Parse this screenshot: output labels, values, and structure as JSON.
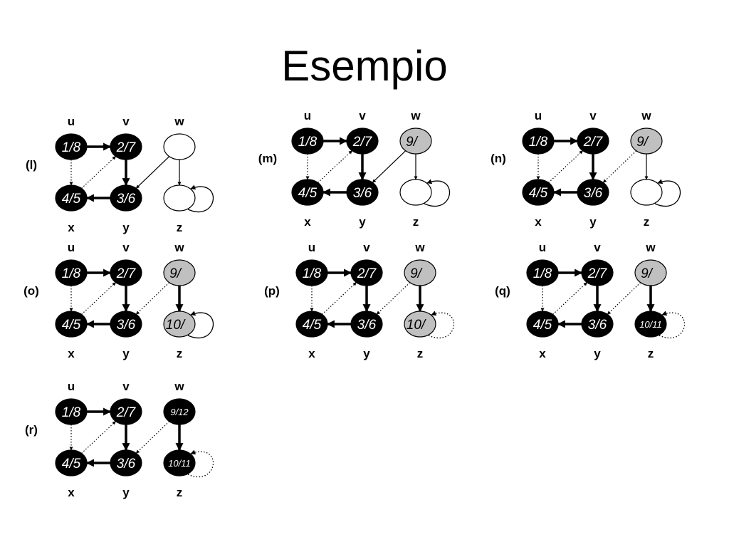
{
  "title": "Esempio",
  "colors": {
    "black": "#000000",
    "gray": "#c0c0c0",
    "white": "#ffffff"
  },
  "vertex_names": {
    "u": "u",
    "v": "v",
    "w": "w",
    "x": "x",
    "y": "y",
    "z": "z"
  },
  "panels": [
    {
      "label": "(l)",
      "nodes": {
        "u": {
          "text": "1/8",
          "fill": "black"
        },
        "v": {
          "text": "2/7",
          "fill": "black"
        },
        "w": {
          "text": "",
          "fill": "white"
        },
        "x": {
          "text": "4/5",
          "fill": "black"
        },
        "y": {
          "text": "3/6",
          "fill": "black"
        },
        "z": {
          "text": "",
          "fill": "white"
        }
      },
      "edges": [
        {
          "from": "u",
          "to": "v",
          "style": "tree"
        },
        {
          "from": "u",
          "to": "x",
          "style": "dotted"
        },
        {
          "from": "x",
          "to": "v",
          "style": "dotted"
        },
        {
          "from": "v",
          "to": "y",
          "style": "tree"
        },
        {
          "from": "y",
          "to": "x",
          "style": "tree"
        },
        {
          "from": "w",
          "to": "y",
          "style": "normal"
        },
        {
          "from": "w",
          "to": "z",
          "style": "normal"
        },
        {
          "from": "z",
          "to": "z",
          "style": "normal"
        }
      ]
    },
    {
      "label": "(m)",
      "nodes": {
        "u": {
          "text": "1/8",
          "fill": "black"
        },
        "v": {
          "text": "2/7",
          "fill": "black"
        },
        "w": {
          "text": "9/",
          "fill": "gray"
        },
        "x": {
          "text": "4/5",
          "fill": "black"
        },
        "y": {
          "text": "3/6",
          "fill": "black"
        },
        "z": {
          "text": "",
          "fill": "white"
        }
      },
      "edges": [
        {
          "from": "u",
          "to": "v",
          "style": "tree"
        },
        {
          "from": "u",
          "to": "x",
          "style": "dotted"
        },
        {
          "from": "x",
          "to": "v",
          "style": "dotted"
        },
        {
          "from": "v",
          "to": "y",
          "style": "tree"
        },
        {
          "from": "y",
          "to": "x",
          "style": "tree"
        },
        {
          "from": "w",
          "to": "y",
          "style": "normal"
        },
        {
          "from": "w",
          "to": "z",
          "style": "normal"
        },
        {
          "from": "z",
          "to": "z",
          "style": "normal"
        }
      ]
    },
    {
      "label": "(n)",
      "nodes": {
        "u": {
          "text": "1/8",
          "fill": "black"
        },
        "v": {
          "text": "2/7",
          "fill": "black"
        },
        "w": {
          "text": "9/",
          "fill": "gray"
        },
        "x": {
          "text": "4/5",
          "fill": "black"
        },
        "y": {
          "text": "3/6",
          "fill": "black"
        },
        "z": {
          "text": "",
          "fill": "white"
        }
      },
      "edges": [
        {
          "from": "u",
          "to": "v",
          "style": "tree"
        },
        {
          "from": "u",
          "to": "x",
          "style": "dotted"
        },
        {
          "from": "x",
          "to": "v",
          "style": "dotted"
        },
        {
          "from": "v",
          "to": "y",
          "style": "tree"
        },
        {
          "from": "y",
          "to": "x",
          "style": "tree"
        },
        {
          "from": "w",
          "to": "y",
          "style": "dotted"
        },
        {
          "from": "w",
          "to": "z",
          "style": "normal"
        },
        {
          "from": "z",
          "to": "z",
          "style": "normal"
        }
      ]
    },
    {
      "label": "(o)",
      "nodes": {
        "u": {
          "text": "1/8",
          "fill": "black"
        },
        "v": {
          "text": "2/7",
          "fill": "black"
        },
        "w": {
          "text": "9/",
          "fill": "gray"
        },
        "x": {
          "text": "4/5",
          "fill": "black"
        },
        "y": {
          "text": "3/6",
          "fill": "black"
        },
        "z": {
          "text": "10/",
          "fill": "gray"
        }
      },
      "edges": [
        {
          "from": "u",
          "to": "v",
          "style": "tree"
        },
        {
          "from": "u",
          "to": "x",
          "style": "dotted"
        },
        {
          "from": "x",
          "to": "v",
          "style": "dotted"
        },
        {
          "from": "v",
          "to": "y",
          "style": "tree"
        },
        {
          "from": "y",
          "to": "x",
          "style": "tree"
        },
        {
          "from": "w",
          "to": "y",
          "style": "dotted"
        },
        {
          "from": "w",
          "to": "z",
          "style": "tree"
        },
        {
          "from": "z",
          "to": "z",
          "style": "normal"
        }
      ]
    },
    {
      "label": "(p)",
      "nodes": {
        "u": {
          "text": "1/8",
          "fill": "black"
        },
        "v": {
          "text": "2/7",
          "fill": "black"
        },
        "w": {
          "text": "9/",
          "fill": "gray"
        },
        "x": {
          "text": "4/5",
          "fill": "black"
        },
        "y": {
          "text": "3/6",
          "fill": "black"
        },
        "z": {
          "text": "10/",
          "fill": "gray"
        }
      },
      "edges": [
        {
          "from": "u",
          "to": "v",
          "style": "tree"
        },
        {
          "from": "u",
          "to": "x",
          "style": "dotted"
        },
        {
          "from": "x",
          "to": "v",
          "style": "dotted"
        },
        {
          "from": "v",
          "to": "y",
          "style": "tree"
        },
        {
          "from": "y",
          "to": "x",
          "style": "tree"
        },
        {
          "from": "w",
          "to": "y",
          "style": "dotted"
        },
        {
          "from": "w",
          "to": "z",
          "style": "tree"
        },
        {
          "from": "z",
          "to": "z",
          "style": "dotted"
        }
      ]
    },
    {
      "label": "(q)",
      "nodes": {
        "u": {
          "text": "1/8",
          "fill": "black"
        },
        "v": {
          "text": "2/7",
          "fill": "black"
        },
        "w": {
          "text": "9/",
          "fill": "gray"
        },
        "x": {
          "text": "4/5",
          "fill": "black"
        },
        "y": {
          "text": "3/6",
          "fill": "black"
        },
        "z": {
          "text": "10/11",
          "fill": "black"
        }
      },
      "edges": [
        {
          "from": "u",
          "to": "v",
          "style": "tree"
        },
        {
          "from": "u",
          "to": "x",
          "style": "dotted"
        },
        {
          "from": "x",
          "to": "v",
          "style": "dotted"
        },
        {
          "from": "v",
          "to": "y",
          "style": "tree"
        },
        {
          "from": "y",
          "to": "x",
          "style": "tree"
        },
        {
          "from": "w",
          "to": "y",
          "style": "dotted"
        },
        {
          "from": "w",
          "to": "z",
          "style": "tree"
        },
        {
          "from": "z",
          "to": "z",
          "style": "dotted"
        }
      ]
    },
    {
      "label": "(r)",
      "nodes": {
        "u": {
          "text": "1/8",
          "fill": "black"
        },
        "v": {
          "text": "2/7",
          "fill": "black"
        },
        "w": {
          "text": "9/12",
          "fill": "black"
        },
        "x": {
          "text": "4/5",
          "fill": "black"
        },
        "y": {
          "text": "3/6",
          "fill": "black"
        },
        "z": {
          "text": "10/11",
          "fill": "black"
        }
      },
      "edges": [
        {
          "from": "u",
          "to": "v",
          "style": "tree"
        },
        {
          "from": "u",
          "to": "x",
          "style": "dotted"
        },
        {
          "from": "x",
          "to": "v",
          "style": "dotted"
        },
        {
          "from": "v",
          "to": "y",
          "style": "tree"
        },
        {
          "from": "y",
          "to": "x",
          "style": "tree"
        },
        {
          "from": "w",
          "to": "y",
          "style": "dotted"
        },
        {
          "from": "w",
          "to": "z",
          "style": "tree"
        },
        {
          "from": "z",
          "to": "z",
          "style": "dotted"
        }
      ]
    }
  ]
}
